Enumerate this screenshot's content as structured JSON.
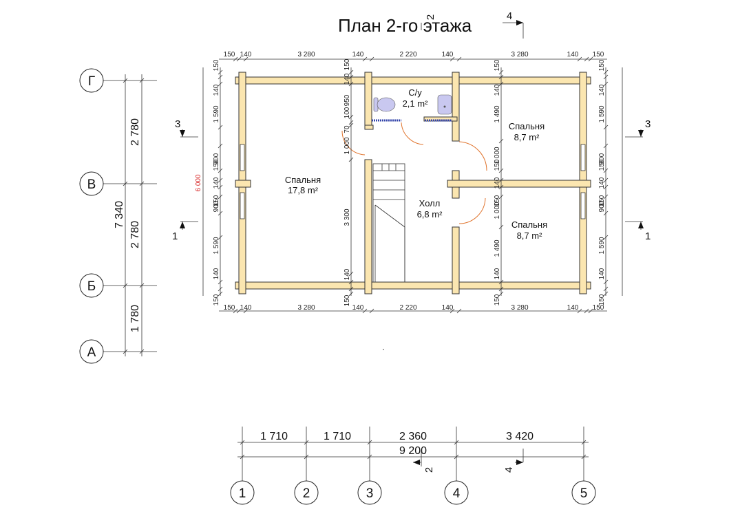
{
  "title": "План 2-го этажа",
  "title_section_marks": {
    "left": "2",
    "right": "4"
  },
  "rooms": {
    "bedroom_left": {
      "name": "Спальня",
      "area": "17,8 m²"
    },
    "bathroom": {
      "name": "С/у",
      "area": "2,1 m²"
    },
    "bedroom_top_right": {
      "name": "Спальня",
      "area": "8,7 m²"
    },
    "hall": {
      "name": "Холл",
      "area": "6,8 m²"
    },
    "bedroom_bottom_right": {
      "name": "Спальня",
      "area": "8,7 m²"
    }
  },
  "top_dims": [
    "150",
    "140",
    "3 280",
    "140",
    "2 220",
    "140",
    "3 280",
    "140",
    "150"
  ],
  "bottom_dims": [
    "150",
    "140",
    "3 280",
    "140",
    "2 220",
    "140",
    "3 280",
    "140",
    "150"
  ],
  "left_dims": [
    "150",
    "140",
    "1 590",
    "900",
    "150",
    "140",
    "150",
    "900",
    "1 590",
    "140",
    "150"
  ],
  "left_total_red": "6 000",
  "right_dims": [
    "150",
    "140",
    "1 590",
    "900",
    "150",
    "140",
    "150",
    "900",
    "1 590",
    "140",
    "150"
  ],
  "inner_left_dims": [
    "140",
    "950",
    "100",
    "70",
    "1 000",
    "3 300",
    "140",
    "150",
    "150"
  ],
  "inner_right_dims": [
    "150",
    "140",
    "1 490",
    "1 000",
    "150",
    "140",
    "150",
    "1 000",
    "1 490",
    "140",
    "150"
  ],
  "left_axis_dims": [
    "2 780",
    "2 780",
    "1 780"
  ],
  "left_axis_total": "7 340",
  "bottom_axis_dims": [
    "1 710",
    "1 710",
    "2 360",
    "3 420"
  ],
  "bottom_axis_total": "9 200",
  "row_axes": [
    "Г",
    "В",
    "Б",
    "А"
  ],
  "col_axes": [
    "1",
    "2",
    "3",
    "4",
    "5"
  ],
  "section_marks": {
    "left_top": "3",
    "left_bottom": "1",
    "right_top": "3",
    "right_bottom": "1",
    "bottom_a": "2",
    "bottom_b": "4"
  }
}
